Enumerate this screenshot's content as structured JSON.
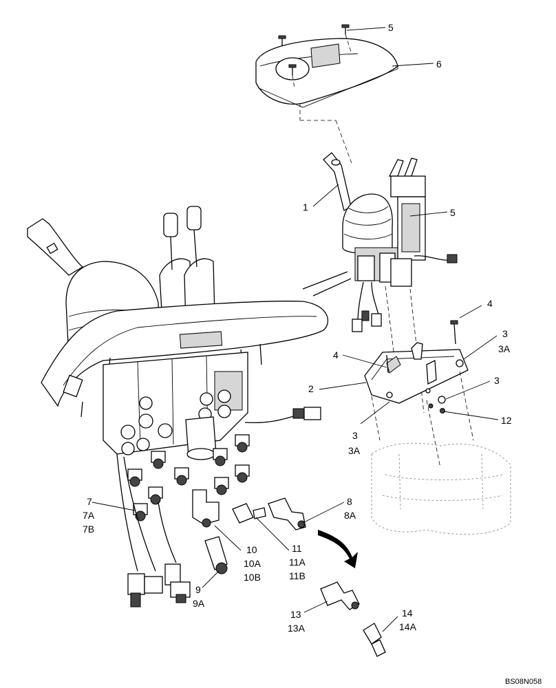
{
  "diagram": {
    "drawing_code": "BS08N058",
    "callouts": [
      {
        "id": "c5-top",
        "lines": [
          "5"
        ]
      },
      {
        "id": "c6",
        "lines": [
          "6"
        ]
      },
      {
        "id": "c1",
        "lines": [
          "1"
        ]
      },
      {
        "id": "c5-mid",
        "lines": [
          "5"
        ]
      },
      {
        "id": "c4-right",
        "lines": [
          "4"
        ]
      },
      {
        "id": "c4-left",
        "lines": [
          "4"
        ]
      },
      {
        "id": "c3-3a-right",
        "lines": [
          "3",
          "3A"
        ]
      },
      {
        "id": "c2",
        "lines": [
          "2"
        ]
      },
      {
        "id": "c3-low",
        "lines": [
          "3"
        ]
      },
      {
        "id": "c12",
        "lines": [
          "12"
        ]
      },
      {
        "id": "c3-3a-left",
        "lines": [
          "3",
          "3A"
        ]
      },
      {
        "id": "c7",
        "lines": [
          "7",
          "7A",
          "7B"
        ]
      },
      {
        "id": "c8",
        "lines": [
          "8",
          "8A"
        ]
      },
      {
        "id": "c10",
        "lines": [
          "10",
          "10A",
          "10B"
        ]
      },
      {
        "id": "c11",
        "lines": [
          "11",
          "11A",
          "11B"
        ]
      },
      {
        "id": "c9",
        "lines": [
          "9",
          "9A"
        ]
      },
      {
        "id": "c13",
        "lines": [
          "13",
          "13A"
        ]
      },
      {
        "id": "c14",
        "lines": [
          "14",
          "14A"
        ]
      }
    ]
  }
}
